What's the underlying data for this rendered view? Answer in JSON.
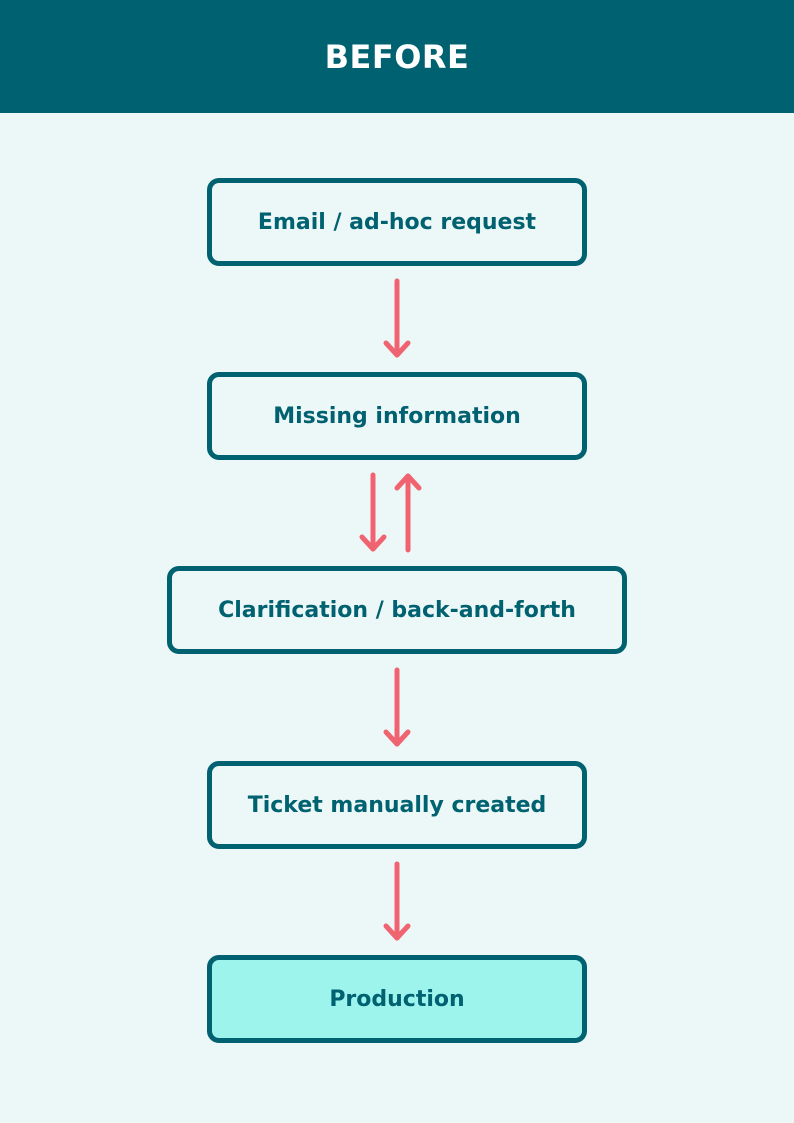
{
  "header": {
    "title": "BEFORE"
  },
  "colors": {
    "header_bg": "#006170",
    "page_bg": "#ecf7f7",
    "node_border": "#006170",
    "node_text": "#006170",
    "final_node_bg": "#9df4ec",
    "arrow": "#ef6470"
  },
  "nodes": [
    {
      "id": "email-request",
      "label": "Email / ad-hoc request"
    },
    {
      "id": "missing-information",
      "label": "Missing information"
    },
    {
      "id": "clarification",
      "label": "Clarification / back-and-forth"
    },
    {
      "id": "ticket-created",
      "label": "Ticket manually created"
    },
    {
      "id": "production",
      "label": "Production",
      "highlight": true
    }
  ],
  "edges": [
    {
      "from": "email-request",
      "to": "missing-information"
    },
    {
      "from": "missing-information",
      "to": "clarification"
    },
    {
      "from": "clarification",
      "to": "missing-information"
    },
    {
      "from": "clarification",
      "to": "ticket-created"
    },
    {
      "from": "ticket-created",
      "to": "production"
    }
  ]
}
